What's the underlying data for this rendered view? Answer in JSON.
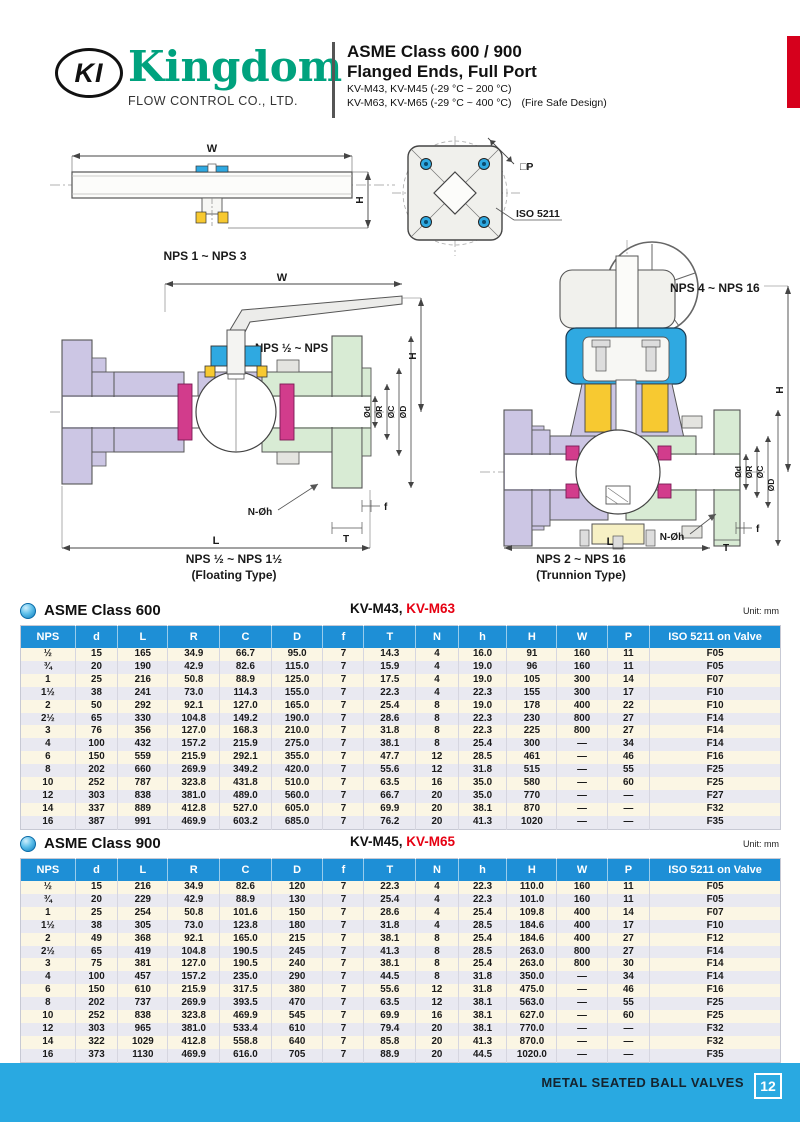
{
  "header": {
    "logo_initials": "KI",
    "brand": "Kingdom",
    "company": "FLOW CONTROL CO., LTD.",
    "title_line1": "ASME Class 600 / 900",
    "title_line2": "Flanged Ends, Full Port",
    "subtitle_line1": "KV-M43, KV-M45 (-29 °C ~ 200 °C)",
    "subtitle_line2": "KV-M63, KV-M65 (-29 °C ~ 400 °C)",
    "subtitle_note": "(Fire Safe Design)"
  },
  "drawings": {
    "wafer_caption": "NPS 1 ~ NPS 3",
    "iso_pad": {
      "p_label": "□P",
      "iso_label": "ISO 5211"
    },
    "handwheel_label": "NPS 4 ~ NPS 16",
    "lever_label": "NPS ½ ~ NPS ¾",
    "floating_caption_line1": "NPS ½ ~ NPS 1½",
    "floating_caption_line2": "(Floating Type)",
    "trunnion_caption_line1": "NPS 2 ~ NPS 16",
    "trunnion_caption_line2": "(Trunnion Type)",
    "dims": {
      "W": "W",
      "H": "H",
      "L": "L",
      "T": "T",
      "f": "f",
      "Nh": "N-Øh",
      "d": "Ød",
      "R": "ØR",
      "C": "ØC",
      "D": "ØD"
    }
  },
  "tables": [
    {
      "title": "ASME Class 600",
      "models_black": "KV-M43,",
      "models_red": "KV-M63",
      "unit": "Unit: mm",
      "columns": [
        "NPS",
        "d",
        "L",
        "R",
        "C",
        "D",
        "f",
        "T",
        "N",
        "h",
        "H",
        "W",
        "P",
        "ISO 5211 on Valve"
      ],
      "rows": [
        [
          "½",
          "15",
          "165",
          "34.9",
          "66.7",
          "95.0",
          "7",
          "14.3",
          "4",
          "16.0",
          "91",
          "160",
          "11",
          "F05"
        ],
        [
          "¾",
          "20",
          "190",
          "42.9",
          "82.6",
          "115.0",
          "7",
          "15.9",
          "4",
          "19.0",
          "96",
          "160",
          "11",
          "F05"
        ],
        [
          "1",
          "25",
          "216",
          "50.8",
          "88.9",
          "125.0",
          "7",
          "17.5",
          "4",
          "19.0",
          "105",
          "300",
          "14",
          "F07"
        ],
        [
          "1½",
          "38",
          "241",
          "73.0",
          "114.3",
          "155.0",
          "7",
          "22.3",
          "4",
          "22.3",
          "155",
          "300",
          "17",
          "F10"
        ],
        [
          "2",
          "50",
          "292",
          "92.1",
          "127.0",
          "165.0",
          "7",
          "25.4",
          "8",
          "19.0",
          "178",
          "400",
          "22",
          "F10"
        ],
        [
          "2½",
          "65",
          "330",
          "104.8",
          "149.2",
          "190.0",
          "7",
          "28.6",
          "8",
          "22.3",
          "230",
          "800",
          "27",
          "F14"
        ],
        [
          "3",
          "76",
          "356",
          "127.0",
          "168.3",
          "210.0",
          "7",
          "31.8",
          "8",
          "22.3",
          "225",
          "800",
          "27",
          "F14"
        ],
        [
          "4",
          "100",
          "432",
          "157.2",
          "215.9",
          "275.0",
          "7",
          "38.1",
          "8",
          "25.4",
          "300",
          "—",
          "34",
          "F14"
        ],
        [
          "6",
          "150",
          "559",
          "215.9",
          "292.1",
          "355.0",
          "7",
          "47.7",
          "12",
          "28.5",
          "461",
          "—",
          "46",
          "F16"
        ],
        [
          "8",
          "202",
          "660",
          "269.9",
          "349.2",
          "420.0",
          "7",
          "55.6",
          "12",
          "31.8",
          "515",
          "—",
          "55",
          "F25"
        ],
        [
          "10",
          "252",
          "787",
          "323.8",
          "431.8",
          "510.0",
          "7",
          "63.5",
          "16",
          "35.0",
          "580",
          "—",
          "60",
          "F25"
        ],
        [
          "12",
          "303",
          "838",
          "381.0",
          "489.0",
          "560.0",
          "7",
          "66.7",
          "20",
          "35.0",
          "770",
          "—",
          "—",
          "F27"
        ],
        [
          "14",
          "337",
          "889",
          "412.8",
          "527.0",
          "605.0",
          "7",
          "69.9",
          "20",
          "38.1",
          "870",
          "—",
          "—",
          "F32"
        ],
        [
          "16",
          "387",
          "991",
          "469.9",
          "603.2",
          "685.0",
          "7",
          "76.2",
          "20",
          "41.3",
          "1020",
          "—",
          "—",
          "F35"
        ]
      ]
    },
    {
      "title": "ASME Class 900",
      "models_black": "KV-M45,",
      "models_red": "KV-M65",
      "unit": "Unit: mm",
      "columns": [
        "NPS",
        "d",
        "L",
        "R",
        "C",
        "D",
        "f",
        "T",
        "N",
        "h",
        "H",
        "W",
        "P",
        "ISO 5211 on Valve"
      ],
      "rows": [
        [
          "½",
          "15",
          "216",
          "34.9",
          "82.6",
          "120",
          "7",
          "22.3",
          "4",
          "22.3",
          "110.0",
          "160",
          "11",
          "F05"
        ],
        [
          "¾",
          "20",
          "229",
          "42.9",
          "88.9",
          "130",
          "7",
          "25.4",
          "4",
          "22.3",
          "101.0",
          "160",
          "11",
          "F05"
        ],
        [
          "1",
          "25",
          "254",
          "50.8",
          "101.6",
          "150",
          "7",
          "28.6",
          "4",
          "25.4",
          "109.8",
          "400",
          "14",
          "F07"
        ],
        [
          "1½",
          "38",
          "305",
          "73.0",
          "123.8",
          "180",
          "7",
          "31.8",
          "4",
          "28.5",
          "184.6",
          "400",
          "17",
          "F10"
        ],
        [
          "2",
          "49",
          "368",
          "92.1",
          "165.0",
          "215",
          "7",
          "38.1",
          "8",
          "25.4",
          "184.6",
          "400",
          "27",
          "F12"
        ],
        [
          "2½",
          "65",
          "419",
          "104.8",
          "190.5",
          "245",
          "7",
          "41.3",
          "8",
          "28.5",
          "263.0",
          "800",
          "27",
          "F14"
        ],
        [
          "3",
          "75",
          "381",
          "127.0",
          "190.5",
          "240",
          "7",
          "38.1",
          "8",
          "25.4",
          "263.0",
          "800",
          "30",
          "F14"
        ],
        [
          "4",
          "100",
          "457",
          "157.2",
          "235.0",
          "290",
          "7",
          "44.5",
          "8",
          "31.8",
          "350.0",
          "—",
          "34",
          "F14"
        ],
        [
          "6",
          "150",
          "610",
          "215.9",
          "317.5",
          "380",
          "7",
          "55.6",
          "12",
          "31.8",
          "475.0",
          "—",
          "46",
          "F16"
        ],
        [
          "8",
          "202",
          "737",
          "269.9",
          "393.5",
          "470",
          "7",
          "63.5",
          "12",
          "38.1",
          "563.0",
          "—",
          "55",
          "F25"
        ],
        [
          "10",
          "252",
          "838",
          "323.8",
          "469.9",
          "545",
          "7",
          "69.9",
          "16",
          "38.1",
          "627.0",
          "—",
          "60",
          "F25"
        ],
        [
          "12",
          "303",
          "965",
          "381.0",
          "533.4",
          "610",
          "7",
          "79.4",
          "20",
          "38.1",
          "770.0",
          "—",
          "—",
          "F32"
        ],
        [
          "14",
          "322",
          "1029",
          "412.8",
          "558.8",
          "640",
          "7",
          "85.8",
          "20",
          "41.3",
          "870.0",
          "—",
          "—",
          "F32"
        ],
        [
          "16",
          "373",
          "1130",
          "469.9",
          "616.0",
          "705",
          "7",
          "88.9",
          "20",
          "44.5",
          "1020.0",
          "—",
          "—",
          "F35"
        ]
      ]
    }
  ],
  "footer": {
    "label": "METAL SEATED BALL VALVES",
    "page": "12"
  },
  "colors": {
    "table_header_blue": "#1E8FD6",
    "footer_blue": "#29A9E1",
    "brand_green": "#00A27E",
    "accent_red": "#E60012",
    "row_cream": "#FBF6E4",
    "row_alt": "#E9E9F1"
  }
}
